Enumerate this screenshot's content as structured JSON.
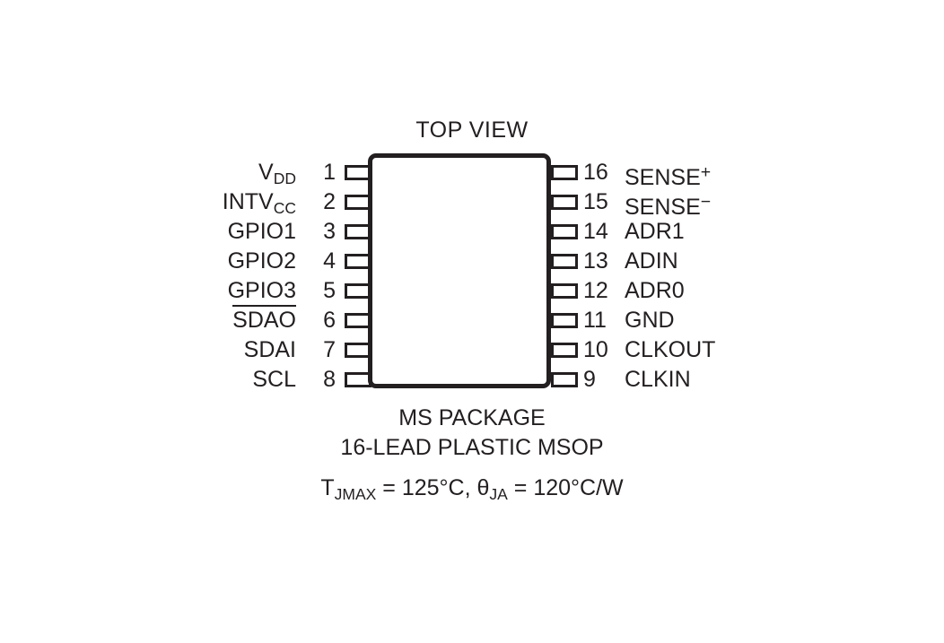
{
  "diagram": {
    "title": "TOP VIEW",
    "package_name": "MS PACKAGE",
    "package_desc": "16-LEAD PLASTIC MSOP",
    "thermal": {
      "tj_symbol": "T",
      "tj_sub": "JMAX",
      "tj_value": " = 125°C,",
      "theta_symbol": "θ",
      "theta_sub": "JA",
      "theta_value": " = 120°C/W"
    },
    "colors": {
      "ink": "#231f20",
      "background": "#ffffff"
    },
    "pins_left": [
      {
        "number": "1",
        "label": "V",
        "sub": "DD",
        "sup": "",
        "overline": false
      },
      {
        "number": "2",
        "label": "INTV",
        "sub": "CC",
        "sup": "",
        "overline": false
      },
      {
        "number": "3",
        "label": "GPIO1",
        "sub": "",
        "sup": "",
        "overline": false
      },
      {
        "number": "4",
        "label": "GPIO2",
        "sub": "",
        "sup": "",
        "overline": false
      },
      {
        "number": "5",
        "label": "GPIO3",
        "sub": "",
        "sup": "",
        "overline": false
      },
      {
        "number": "6",
        "label": "SDAO",
        "sub": "",
        "sup": "",
        "overline": true
      },
      {
        "number": "7",
        "label": "SDAI",
        "sub": "",
        "sup": "",
        "overline": false
      },
      {
        "number": "8",
        "label": "SCL",
        "sub": "",
        "sup": "",
        "overline": false
      }
    ],
    "pins_right": [
      {
        "number": "16",
        "label": "SENSE",
        "sub": "",
        "sup": "+",
        "overline": false
      },
      {
        "number": "15",
        "label": "SENSE",
        "sub": "",
        "sup": "−",
        "overline": false
      },
      {
        "number": "14",
        "label": "ADR1",
        "sub": "",
        "sup": "",
        "overline": false
      },
      {
        "number": "13",
        "label": "ADIN",
        "sub": "",
        "sup": "",
        "overline": false
      },
      {
        "number": "12",
        "label": "ADR0",
        "sub": "",
        "sup": "",
        "overline": false
      },
      {
        "number": "11",
        "label": "GND",
        "sub": "",
        "sup": "",
        "overline": false
      },
      {
        "number": "10",
        "label": "CLKOUT",
        "sub": "",
        "sup": "",
        "overline": false
      },
      {
        "number": "9",
        "label": "CLKIN",
        "sub": "",
        "sup": "",
        "overline": false
      }
    ]
  }
}
